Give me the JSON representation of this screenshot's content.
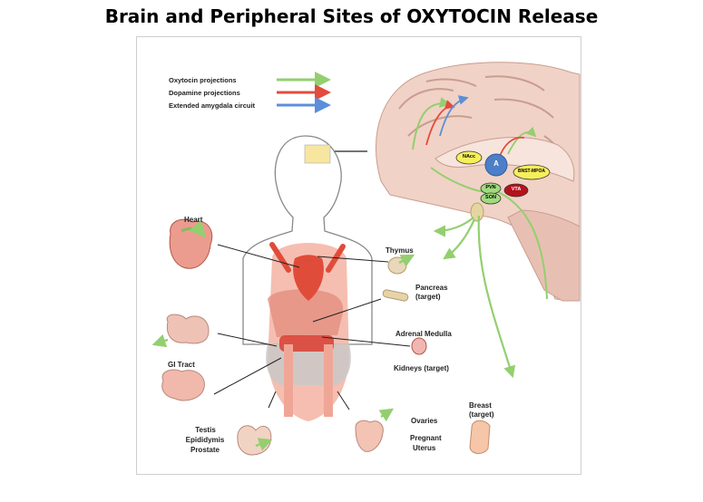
{
  "title": "Brain and Peripheral Sites of OXYTOCIN Release",
  "legend": [
    {
      "label": "Oxytocin projections",
      "color": "#93cf6f"
    },
    {
      "label": "Dopamine projections",
      "color": "#e34b3c"
    },
    {
      "label": "Extended amygdala circuit",
      "color": "#5b8fd8"
    }
  ],
  "brain_nuclei": {
    "nacc": "NAcc",
    "amygdala": "A",
    "bnst_mpoa": "BNST-MPOA",
    "pvn": "PVN",
    "son": "SON",
    "vta": "VTA"
  },
  "organs": {
    "heart": "Heart",
    "thymus": "Thymus",
    "pancreas": "Pancreas (target)",
    "adrenal_medulla": "Adrenal Medulla",
    "kidneys": "Kidneys (target)",
    "gi_tract": "GI Tract",
    "testis": "Testis",
    "epididymis": "Epididymis",
    "prostate": "Prostate",
    "ovaries": "Ovaries",
    "pregnant": "Pregnant",
    "uterus": "Uterus",
    "breast": "Breast (target)"
  }
}
